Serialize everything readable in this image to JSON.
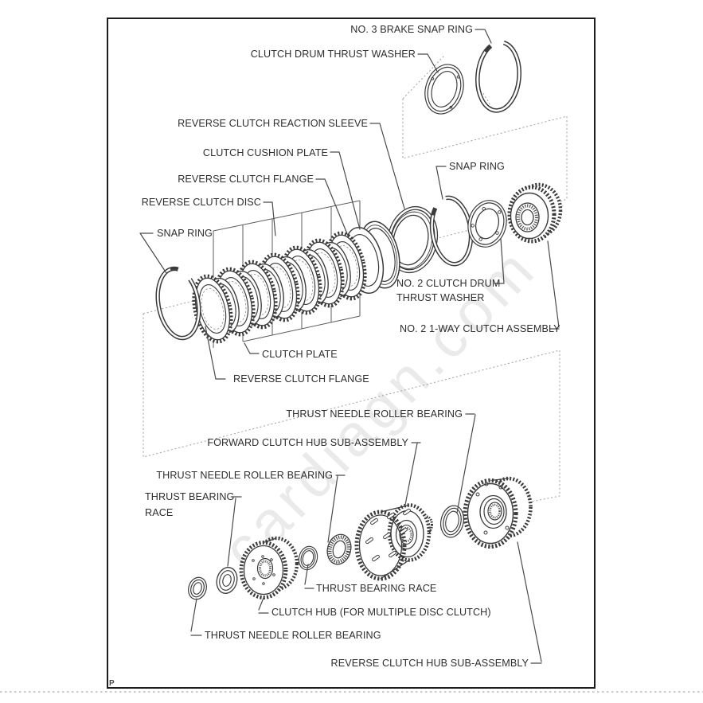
{
  "page": {
    "marker": "P",
    "watermark": "cardiagn.com"
  },
  "colors": {
    "ink": "#3b3b3b",
    "label_text": "#2e2e2e",
    "leader_line": "#4a4a4a",
    "dashed_group_line": "#9e9e9e",
    "watermark": "#eaeaea",
    "background": "#ffffff"
  },
  "labels": {
    "no3_brake_snap_ring": "NO. 3 BRAKE SNAP RING",
    "clutch_drum_thrust_washer": "CLUTCH DRUM THRUST WASHER",
    "reverse_clutch_reaction_sleeve": "REVERSE CLUTCH REACTION SLEEVE",
    "clutch_cushion_plate": "CLUTCH CUSHION PLATE",
    "reverse_clutch_flange_upper": "REVERSE CLUTCH FLANGE",
    "reverse_clutch_disc": "REVERSE CLUTCH DISC",
    "snap_ring_left": "SNAP RING",
    "snap_ring_right": "SNAP RING",
    "no2_clutch_drum_thrust_washer_line1": "NO. 2 CLUTCH DRUM",
    "no2_clutch_drum_thrust_washer_line2": "THRUST WASHER",
    "no2_1way_clutch_assembly": "NO. 2 1-WAY CLUTCH ASSEMBLY",
    "clutch_plate": "CLUTCH PLATE",
    "reverse_clutch_flange_lower": "REVERSE CLUTCH FLANGE",
    "thrust_needle_roller_bearing_upper": "THRUST NEEDLE ROLLER BEARING",
    "forward_clutch_hub_sub_assembly": "FORWARD CLUTCH HUB SUB-ASSEMBLY",
    "thrust_needle_roller_bearing_mid": "THRUST NEEDLE ROLLER BEARING",
    "thrust_bearing_race_left_line1": "THRUST BEARING",
    "thrust_bearing_race_left_line2": "RACE",
    "thrust_bearing_race_small": "THRUST BEARING RACE",
    "clutch_hub": "CLUTCH HUB (FOR MULTIPLE DISC CLUTCH)",
    "thrust_needle_roller_bearing_lower": "THRUST NEEDLE ROLLER BEARING",
    "reverse_clutch_hub_sub_assembly": "REVERSE CLUTCH HUB SUB-ASSEMBLY"
  }
}
